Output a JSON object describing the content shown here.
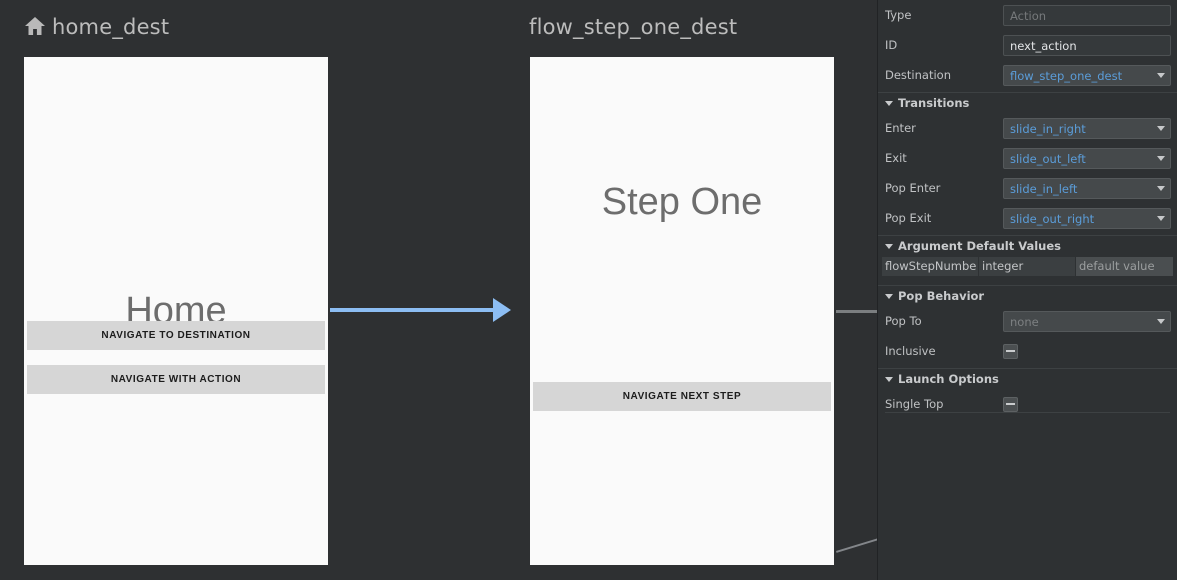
{
  "canvas": {
    "background": "#2e3032",
    "destinations": [
      {
        "name": "home_dest",
        "icon": "home-icon",
        "screen_title": "Home",
        "buttons": [
          "NAVIGATE TO DESTINATION",
          "NAVIGATE WITH ACTION"
        ]
      },
      {
        "name": "flow_step_one_dest",
        "icon": null,
        "screen_title": "Step One",
        "buttons": [
          "NAVIGATE NEXT STEP"
        ]
      }
    ],
    "edge_color": "#8cbdf3",
    "secondary_edge_color": "#83868a"
  },
  "panel": {
    "type": {
      "label": "Type",
      "value": "",
      "placeholder": "Action"
    },
    "id": {
      "label": "ID",
      "value": "next_action",
      "placeholder": ""
    },
    "destination": {
      "label": "Destination",
      "value": "flow_step_one_dest"
    },
    "transitions": {
      "title": "Transitions",
      "collapse_icon": "chevron-down-icon",
      "rows": [
        {
          "label": "Enter",
          "value": "slide_in_right"
        },
        {
          "label": "Exit",
          "value": "slide_out_left"
        },
        {
          "label": "Pop Enter",
          "value": "slide_in_left"
        },
        {
          "label": "Pop Exit",
          "value": "slide_out_right"
        }
      ]
    },
    "arguments": {
      "title": "Argument Default Values",
      "collapse_icon": "chevron-down-icon",
      "rows": [
        {
          "name": "flowStepNumbe",
          "type": "integer",
          "default": "default value"
        }
      ]
    },
    "pop_behavior": {
      "title": "Pop Behavior",
      "collapse_icon": "chevron-down-icon",
      "pop_to": {
        "label": "Pop To",
        "value": "none"
      },
      "inclusive": {
        "label": "Inclusive",
        "state": "unchecked"
      }
    },
    "launch_options": {
      "title": "Launch Options",
      "collapse_icon": "chevron-down-icon",
      "single_top": {
        "label": "Single Top",
        "state": "unchecked"
      }
    },
    "colors": {
      "background": "#2e3133",
      "link": "#5b9dd9",
      "text": "#bfc1c3"
    }
  }
}
